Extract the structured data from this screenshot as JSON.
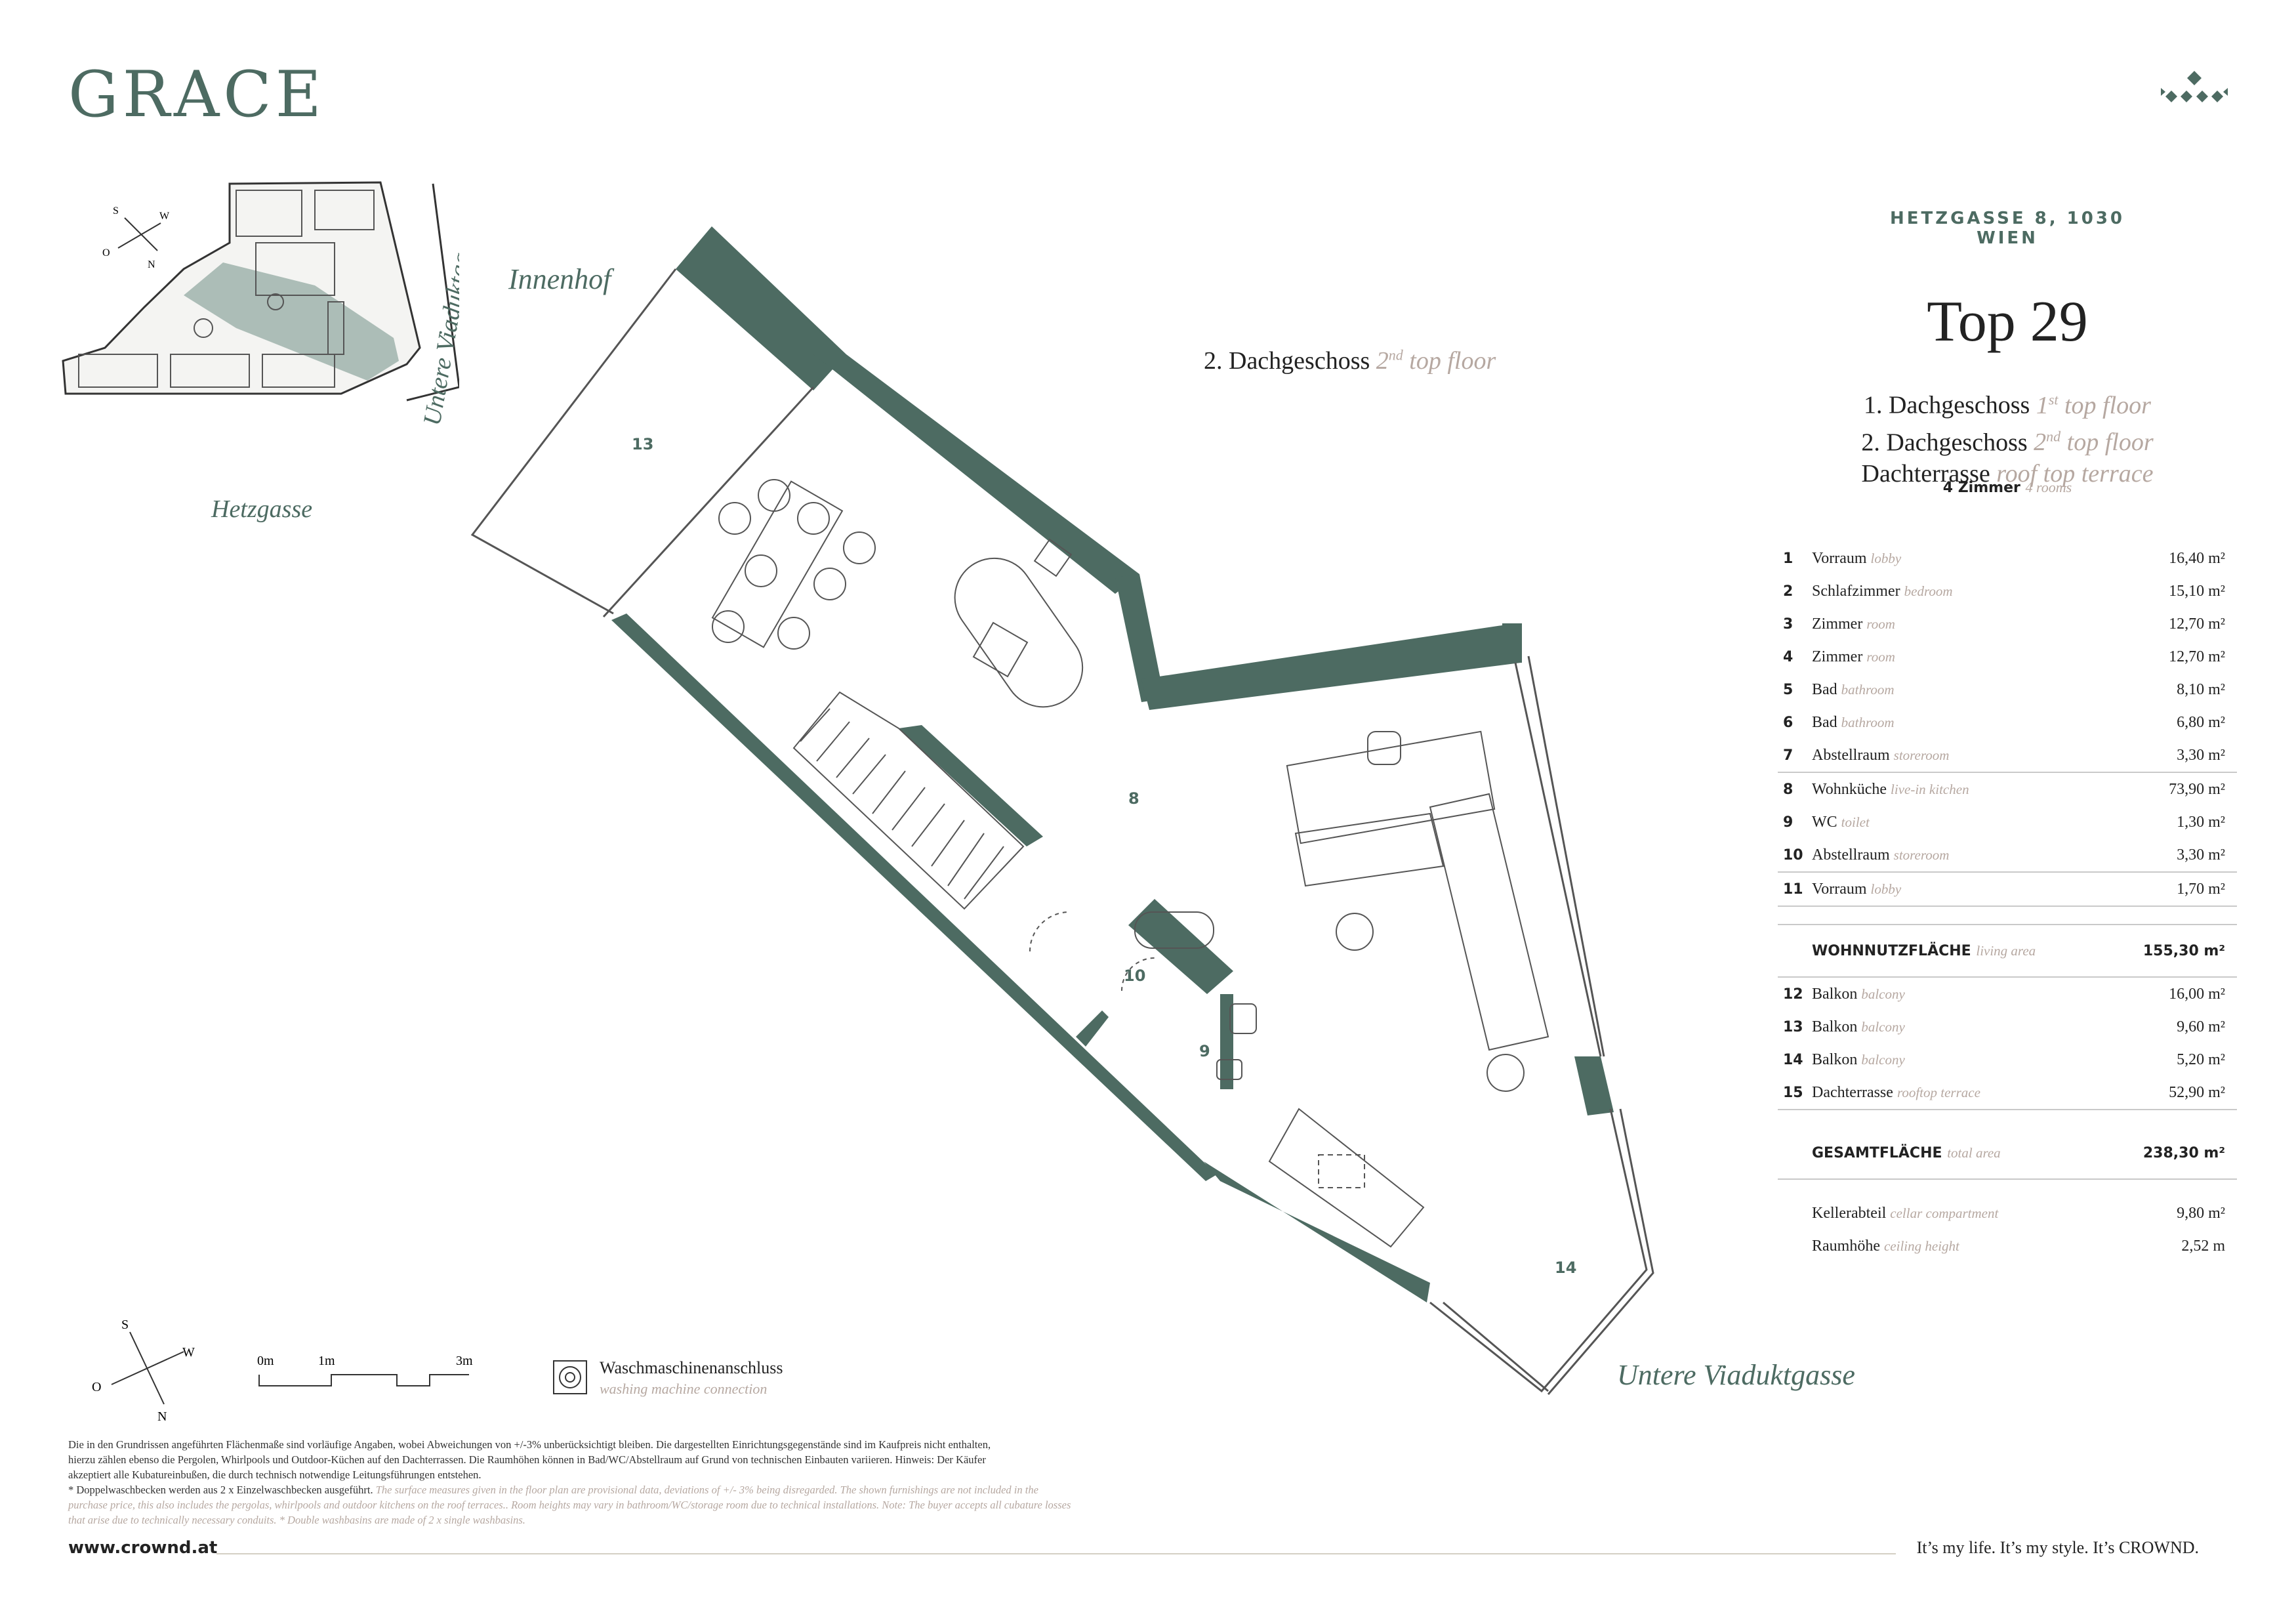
{
  "brand": "GRACE",
  "address": "HETZGASSE 8, 1030 WIEN",
  "unit": "Top 29",
  "floors": [
    {
      "de": "1. Dachgeschoss",
      "sup": "st",
      "sup_pre": "1",
      "en": "top floor"
    },
    {
      "de": "2. Dachgeschoss",
      "sup": "nd",
      "sup_pre": "2",
      "en": "top floor"
    },
    {
      "de": "Dachterrasse",
      "en": "roof  top terrace"
    }
  ],
  "rooms_count": {
    "de": "4 Zimmer",
    "en": "4 rooms"
  },
  "plan": {
    "floor_label_de": "2. Dachgeschoss",
    "floor_label_sup_pre": "2",
    "floor_label_sup": "nd",
    "floor_label_en": "top floor",
    "courtyard": "Innenhof",
    "street_right": "Untere Viaduktgasse",
    "room_numbers": {
      "r8": "8",
      "r9": "9",
      "r10": "10",
      "r13": "13",
      "r14": "14"
    }
  },
  "mini_plan": {
    "street_bottom": "Hetzgasse",
    "street_right": "Untere Viaduktgasse",
    "compass": {
      "s": "S",
      "w": "W",
      "o": "O",
      "n": "N"
    }
  },
  "table": {
    "rooms": [
      {
        "no": "1",
        "de": "Vorraum",
        "en": "lobby",
        "area": "16,40 m²"
      },
      {
        "no": "2",
        "de": "Schlafzimmer",
        "en": "bedroom",
        "area": "15,10 m²"
      },
      {
        "no": "3",
        "de": "Zimmer",
        "en": "room",
        "area": "12,70 m²"
      },
      {
        "no": "4",
        "de": "Zimmer",
        "en": "room",
        "area": "12,70 m²"
      },
      {
        "no": "5",
        "de": "Bad",
        "en": "bathroom",
        "area": "8,10 m²"
      },
      {
        "no": "6",
        "de": "Bad",
        "en": "bathroom",
        "area": "6,80 m²"
      },
      {
        "no": "7",
        "de": "Abstellraum",
        "en": "storeroom",
        "area": "3,30 m²"
      },
      {
        "no": "8",
        "de": "Wohnküche",
        "en": "live-in kitchen",
        "area": "73,90 m²"
      },
      {
        "no": "9",
        "de": "WC",
        "en": "toilet",
        "area": "1,30 m²"
      },
      {
        "no": "10",
        "de": "Abstellraum",
        "en": "storeroom",
        "area": "3,30 m²"
      },
      {
        "no": "11",
        "de": "Vorraum",
        "en": "lobby",
        "area": "1,70 m²"
      }
    ],
    "living": {
      "de": "WOHNNUTZFLÄCHE",
      "en": "living area",
      "area": "155,30 m²"
    },
    "outdoor": [
      {
        "no": "12",
        "de": "Balkon",
        "en": "balcony",
        "area": "16,00 m²"
      },
      {
        "no": "13",
        "de": "Balkon",
        "en": "balcony",
        "area": "9,60 m²"
      },
      {
        "no": "14",
        "de": "Balkon",
        "en": "balcony",
        "area": "5,20 m²"
      },
      {
        "no": "15",
        "de": "Dachterrasse",
        "en": "rooftop terrace",
        "area": "52,90 m²"
      }
    ],
    "total": {
      "de": "GESAMTFLÄCHE",
      "en": "total area",
      "area": "238,30 m²"
    },
    "extra": [
      {
        "de": "Kellerabteil",
        "en": "cellar compartment",
        "area": "9,80 m²"
      },
      {
        "de": "Raumhöhe",
        "en": "ceiling height",
        "area": "2,52 m"
      }
    ]
  },
  "legend": {
    "compass": {
      "s": "S",
      "w": "W",
      "o": "O",
      "n": "N"
    },
    "scale": {
      "zero": "0m",
      "one": "1m",
      "three": "3m"
    },
    "washer_de": "Waschmaschinenanschluss",
    "washer_en": "washing machine connection"
  },
  "disclaimer": {
    "de1": "Die in den Grundrissen angeführten Flächenmaße sind vorläufige Angaben, wobei Abweichungen von +/-3% unberücksichtigt bleiben. Die dargestellten Einrichtungsgegenstände sind im Kaufpreis nicht enthalten,",
    "de2": "hierzu zählen ebenso die Pergolen, Whirlpools und Outdoor-Küchen auf den Dachterrassen. Die Raumhöhen können in Bad/WC/Abstellraum auf Grund von technischen Einbauten variieren. Hinweis: Der Käufer",
    "de3": "akzeptiert alle Kubatureinbußen, die durch technisch notwendige Leitungsführungen entstehen.",
    "de4": "* Doppelwaschbecken werden aus 2 x Einzelwaschbecken ausgeführt.",
    "en1": "The surface measures given in the floor plan are provisional data, deviations of +/- 3% being disregarded. The shown furnishings are not included in the",
    "en2": "purchase price, this also includes the pergolas, whirlpools and outdoor kitchens on the roof terraces.. Room heights may vary in bathroom/WC/storage room due to technical installations. Note: The buyer accepts all cubature losses",
    "en3": "that arise due to technically necessary conduits. * Double washbasins are made of 2 x single washbasins."
  },
  "footer": {
    "url": "www.crownd.at",
    "slogan": "It’s my life. It’s my style. It’s CROWND."
  },
  "colors": {
    "accent": "#4d6b62",
    "muted": "#b6a8a1",
    "wall": "#4d6b62"
  }
}
